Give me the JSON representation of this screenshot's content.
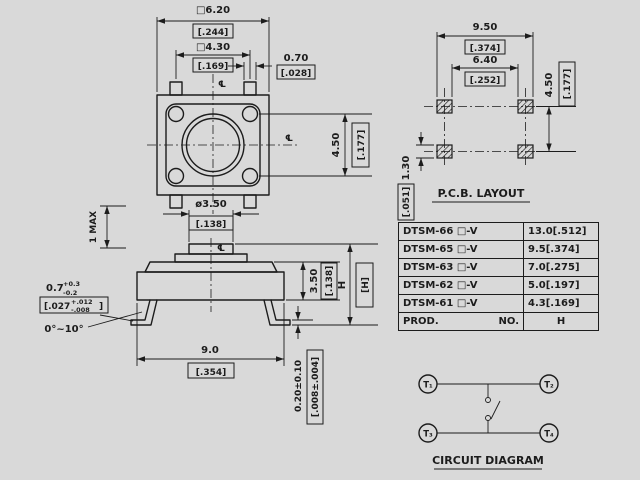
{
  "colors": {
    "background": "#d9d9d9",
    "ink": "#1c1c1c"
  },
  "symbols": {
    "centerline": "℄"
  },
  "top_view": {
    "dim_width_mm": "□6.20",
    "dim_width_in": "[.244]",
    "dim_inner_mm": "□4.30",
    "dim_inner_in": "[.169]",
    "dim_pin_mm": "0.70",
    "dim_pin_in": "[.028]",
    "dim_pitch_mm": "4.50",
    "dim_pitch_in": "[.177]"
  },
  "side_view": {
    "dim_button_mm": "ø3.50",
    "dim_button_in": "[.138]",
    "dim_body_mm": "3.50",
    "dim_body_in": "[.138]",
    "dim_height_mm": "H",
    "dim_height_in": "[H]",
    "dim_base_mm": "9.0",
    "dim_base_in": "[.354]",
    "dim_standoff_mm": "0.20±0.10",
    "dim_standoff_in": "[.008±.004]",
    "travel_label": "1 MAX",
    "lead_tol": {
      "main": "0.7",
      "sup": "+0.3",
      "sub": "-0.2",
      "in_open": "[.027",
      "in_sup": "+.012",
      "in_sub": "-.008",
      "in_close": "]"
    },
    "angle_label": "0°~10°"
  },
  "pcb_layout": {
    "title": "P.C.B. LAYOUT",
    "dim_outer_mm": "9.50",
    "dim_outer_in": "[.374]",
    "dim_inner_mm": "6.40",
    "dim_inner_in": "[.252]",
    "dim_row_mm": "4.50",
    "dim_row_in": "[.177]",
    "dim_pad_mm": "1.30",
    "dim_pad_in": "[.051]"
  },
  "table": {
    "rows": [
      {
        "prod": "DTSM-66 □-V",
        "h": "13.0[.512]"
      },
      {
        "prod": "DTSM-65 □-V",
        "h": "9.5[.374]"
      },
      {
        "prod": "DTSM-63 □-V",
        "h": "7.0[.275]"
      },
      {
        "prod": "DTSM-62 □-V",
        "h": "5.0[.197]"
      },
      {
        "prod": "DTSM-61 □-V",
        "h": "4.3[.169]"
      }
    ],
    "footer": {
      "prod": "PROD.",
      "no": "NO.",
      "h": "H"
    }
  },
  "circuit": {
    "title": "CIRCUIT DIAGRAM",
    "terminals": [
      "T₁",
      "T₂",
      "T₃",
      "T₄"
    ]
  }
}
